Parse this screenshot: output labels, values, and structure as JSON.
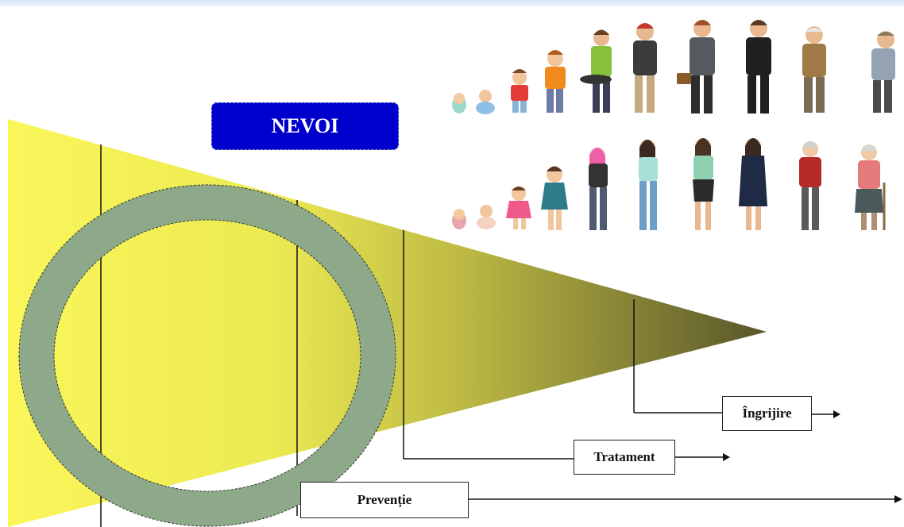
{
  "title": "NEVOI",
  "stages": [
    {
      "label": "Îngrijire"
    },
    {
      "label": "Tratament"
    },
    {
      "label": "Prevenție"
    }
  ],
  "colors": {
    "title_bg": "#0000cc",
    "title_text": "#ffffff",
    "wedge_start": "#f7f356",
    "wedge_end": "#5c5a2c",
    "ring": "#8ea98a"
  },
  "illustrations": {
    "male_row": [
      "newborn-icon",
      "baby-icon",
      "toddler-icon",
      "child-icon",
      "teen-icon",
      "young-man-icon",
      "man-icon",
      "businessman-icon",
      "man-phone-icon",
      "elderly-man-icon",
      "old-man-cane-icon"
    ],
    "female_row": [
      "newborn-icon",
      "baby-icon",
      "toddler-icon",
      "girl-icon",
      "teen-girl-icon",
      "young-woman-icon",
      "woman-icon",
      "woman-dress-icon",
      "elderly-woman-icon",
      "old-woman-cane-icon"
    ]
  }
}
